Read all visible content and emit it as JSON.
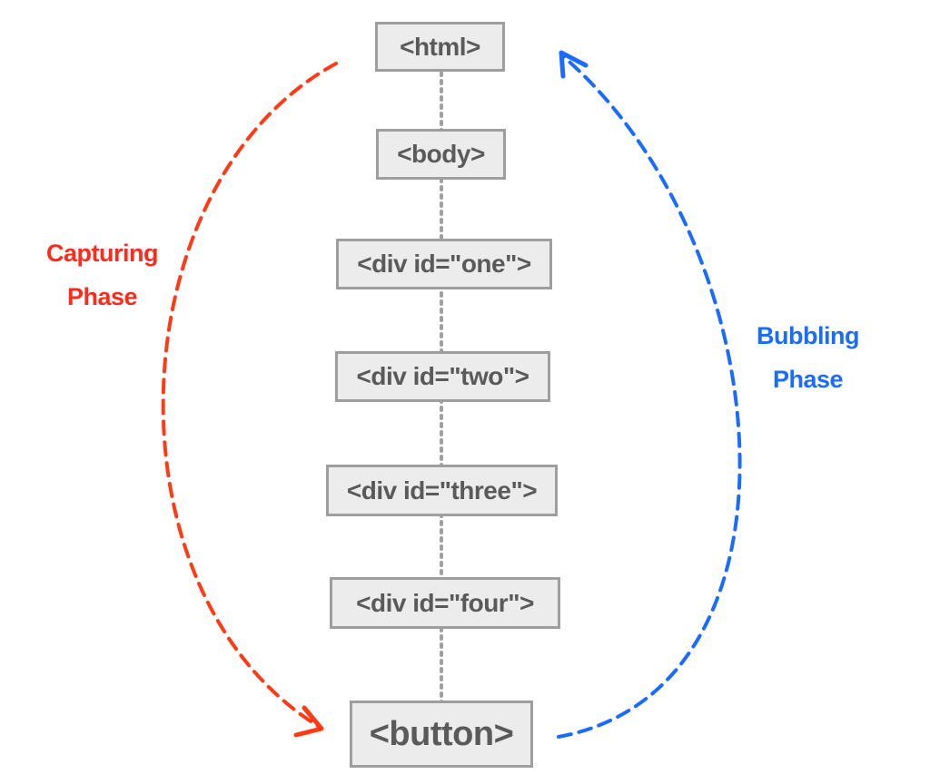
{
  "nodes": [
    {
      "label": "<html>"
    },
    {
      "label": "<body>"
    },
    {
      "label": "<div id=\"one\">"
    },
    {
      "label": "<div id=\"two\">"
    },
    {
      "label": "<div id=\"three\">"
    },
    {
      "label": "<div id=\"four\">"
    },
    {
      "label": "<button>"
    }
  ],
  "capturing": {
    "line1": "Capturing",
    "line2": "Phase",
    "color": "#ff2a1a"
  },
  "bubbling": {
    "line1": "Bubbling",
    "line2": "Phase",
    "color": "#1a6cff"
  },
  "connector_color": "#a0a0a0"
}
